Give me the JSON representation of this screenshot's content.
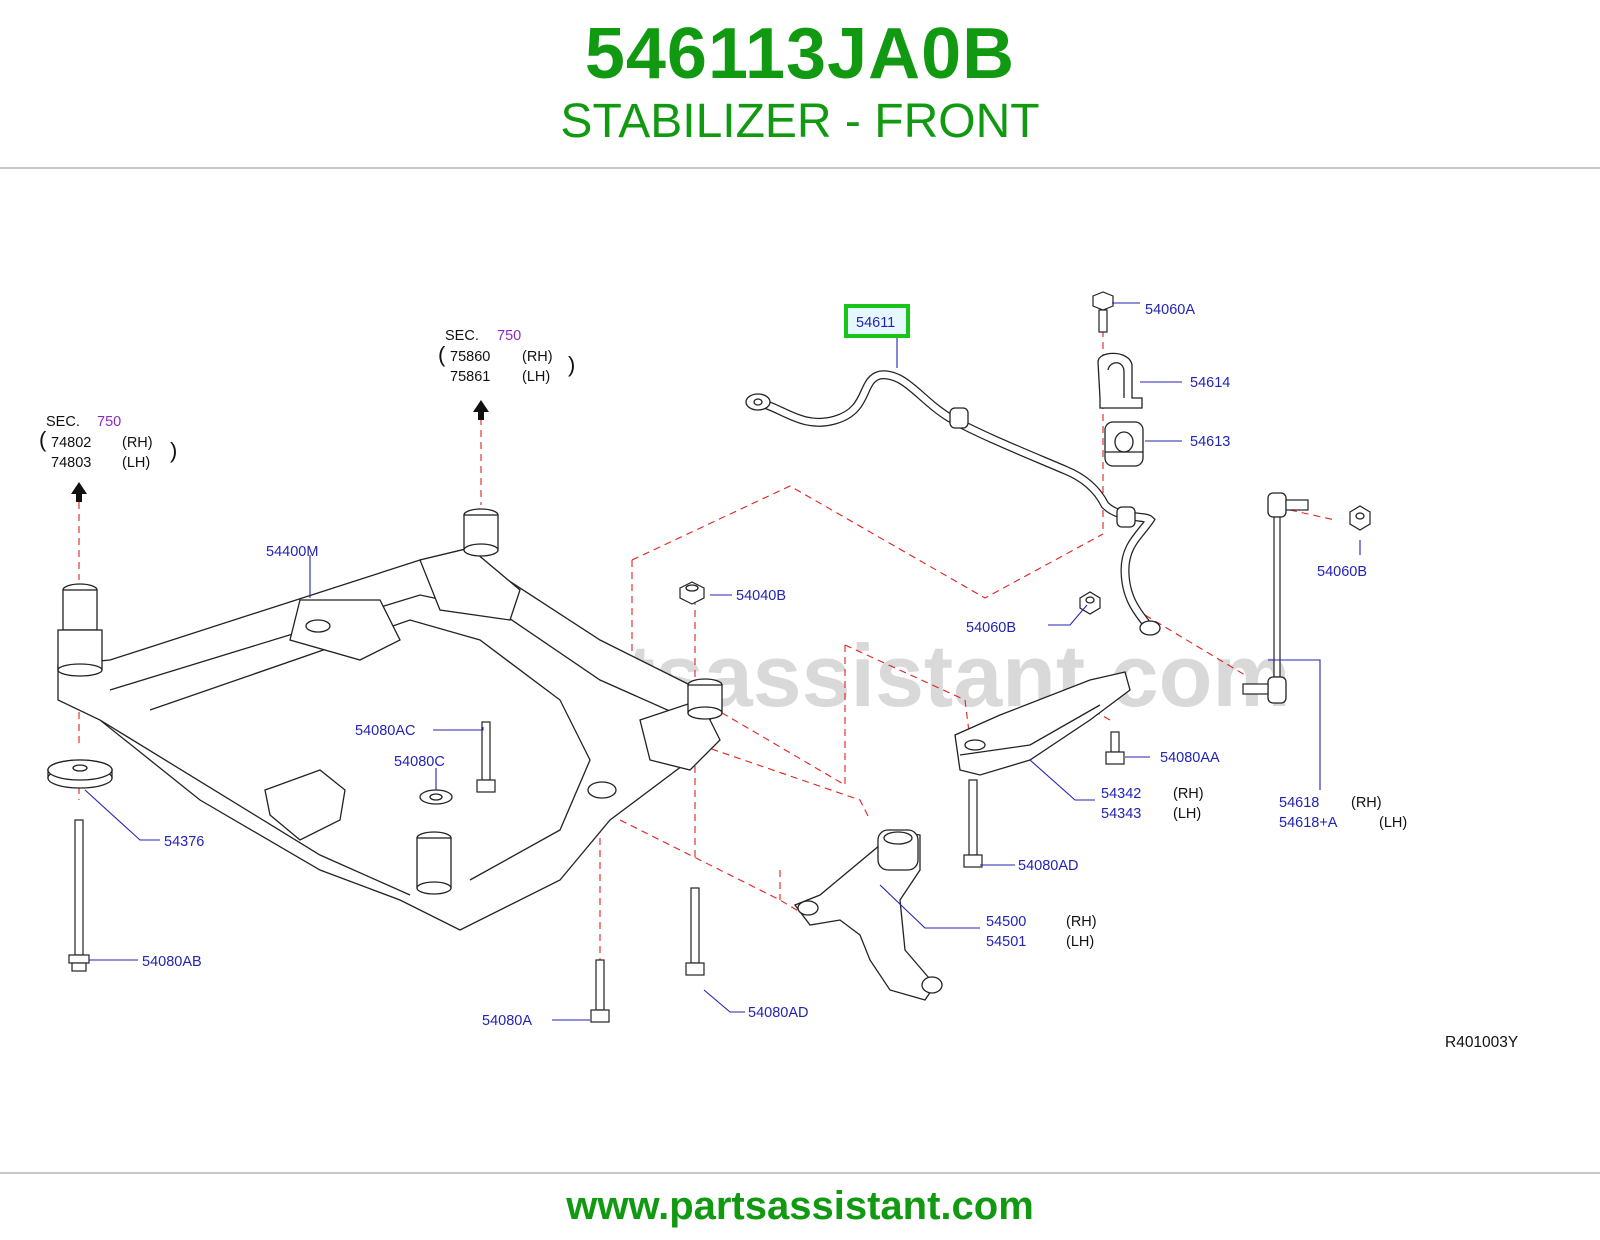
{
  "header": {
    "part_number": "546113JA0B",
    "title": "STABILIZER - FRONT"
  },
  "diagram": {
    "watermark": "www.partsassistant.com",
    "reference_code": "R401003Y",
    "highlight_color": "#19c419",
    "sec_refs": [
      {
        "label": "SEC.",
        "section": "750",
        "lines": [
          {
            "number": "75860",
            "side": "(RH)"
          },
          {
            "number": "75861",
            "side": "(LH)"
          }
        ]
      },
      {
        "label": "SEC.",
        "section": "750",
        "lines": [
          {
            "number": "74802",
            "side": "(RH)"
          },
          {
            "number": "74803",
            "side": "(LH)"
          }
        ]
      }
    ],
    "callouts": {
      "stabilizer": "54611",
      "bolt_top": "54060A",
      "bracket": "54614",
      "bushing": "54613",
      "nut_link": "54060B",
      "nut_bar": "54060B",
      "nut_frame": "54040B",
      "member": "54400M",
      "bolt_ac": "54080AC",
      "washer_c": "54080C",
      "bolt_aa": "54080AA",
      "arm_bracket_rh": "54342",
      "arm_bracket_rh_side": "(RH)",
      "arm_bracket_lh": "54343",
      "arm_bracket_lh_side": "(LH)",
      "link_rh": "54618",
      "link_rh_side": "(RH)",
      "link_lh": "54618+A",
      "link_lh_side": "(LH)",
      "washer_big": "54376",
      "bolt_ad_right": "54080AD",
      "arm_rh": "54500",
      "arm_rh_side": "(RH)",
      "arm_lh": "54501",
      "arm_lh_side": "(LH)",
      "bolt_ab": "54080AB",
      "bolt_a": "54080A",
      "bolt_ad_bottom": "54080AD"
    }
  },
  "footer": {
    "url": "www.partsassistant.com"
  }
}
